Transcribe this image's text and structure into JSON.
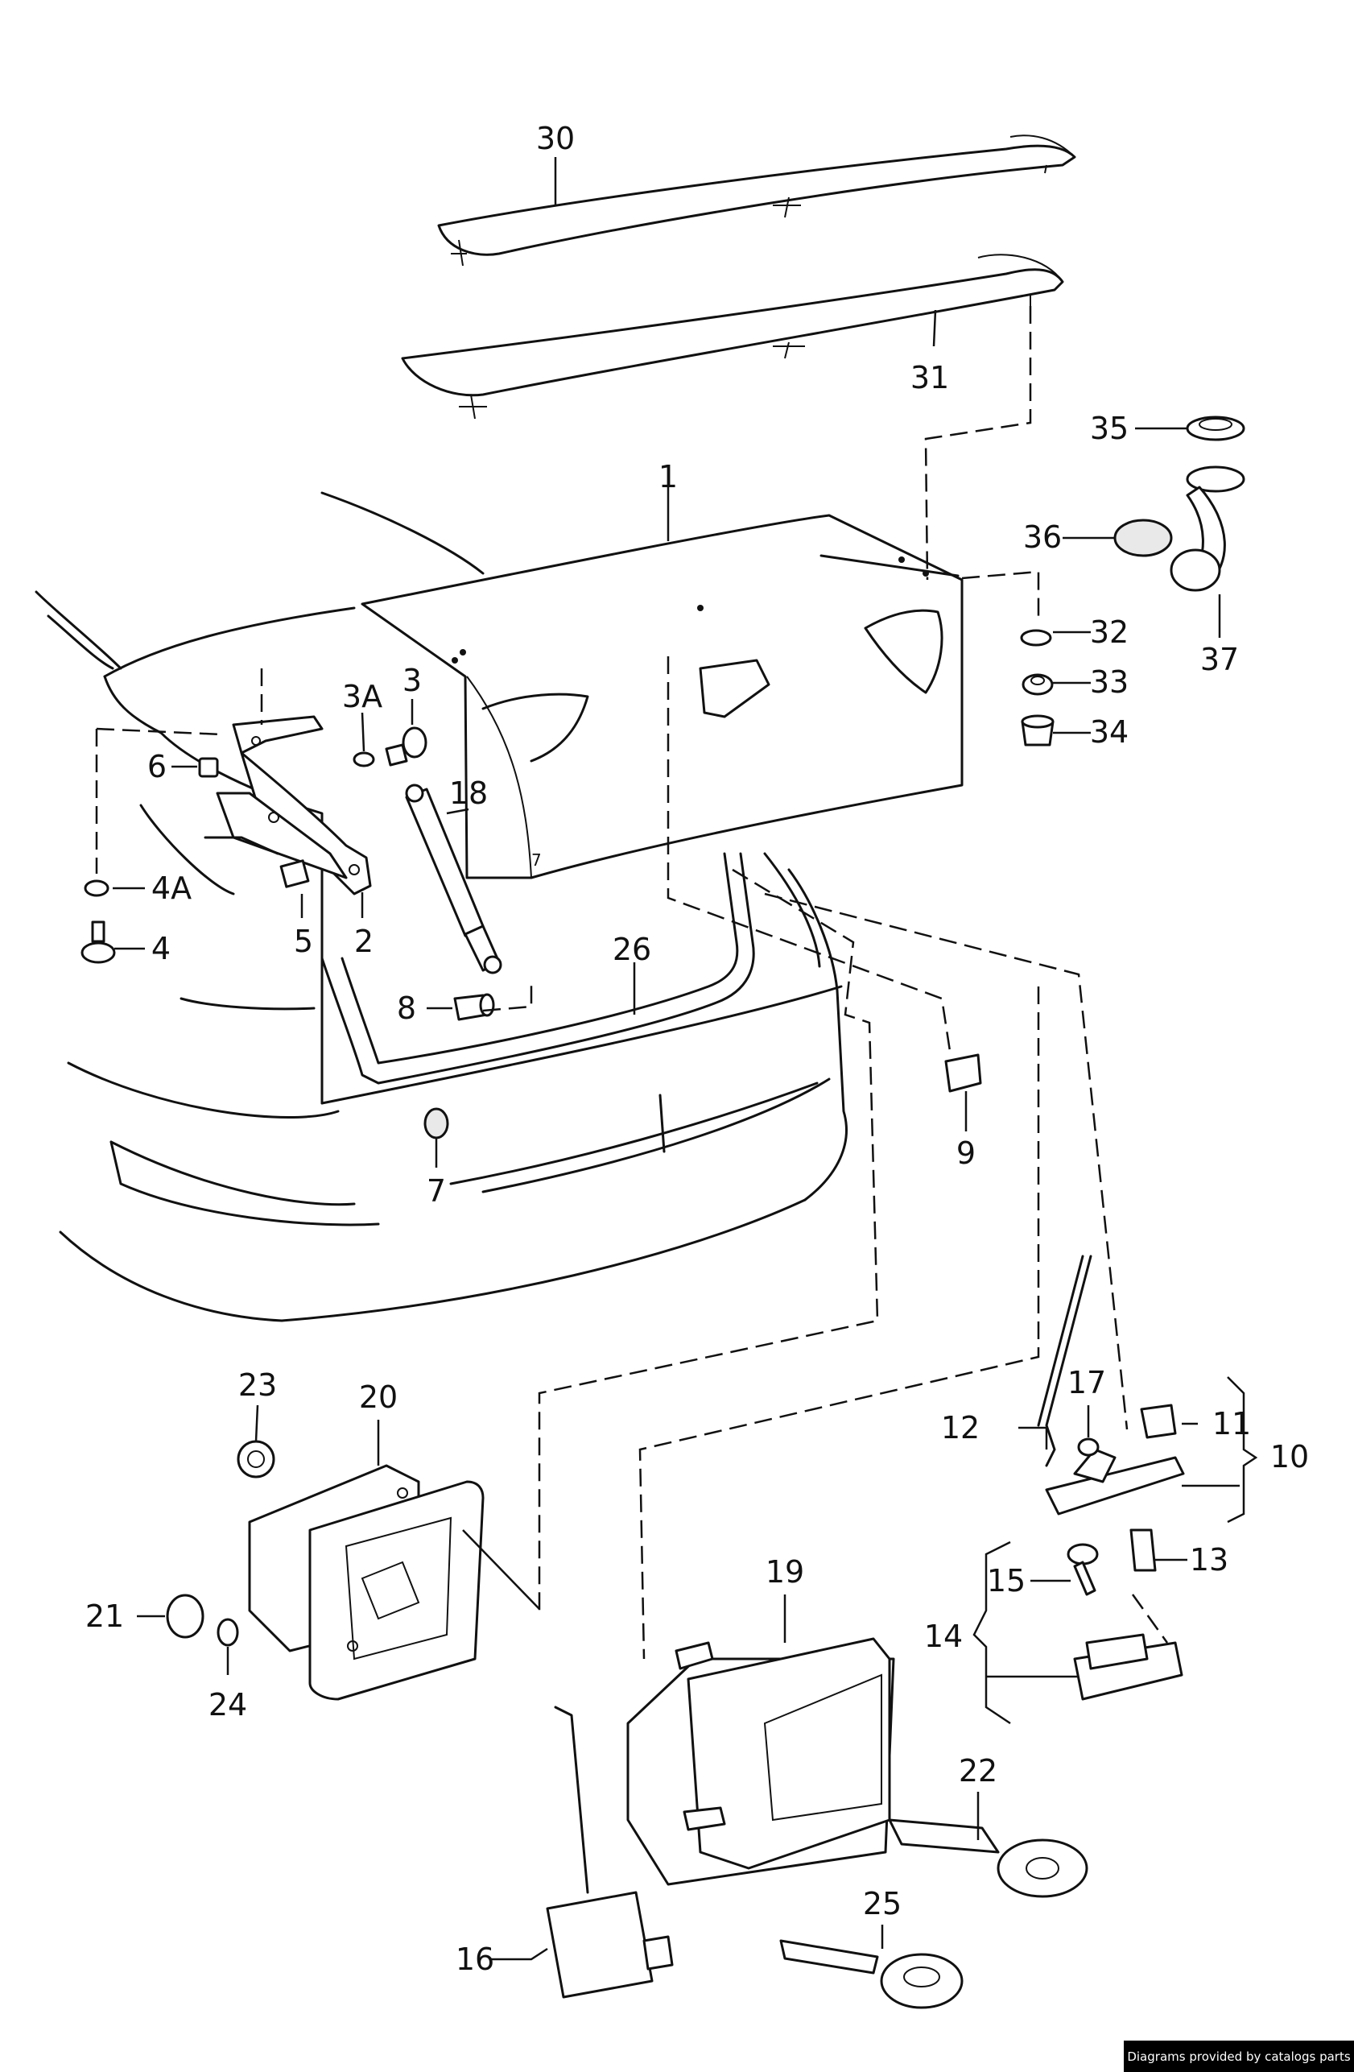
{
  "callouts": [
    {
      "id": "c30",
      "label": "30"
    },
    {
      "id": "c31",
      "label": "31"
    },
    {
      "id": "c1",
      "label": "1"
    },
    {
      "id": "c35",
      "label": "35"
    },
    {
      "id": "c36",
      "label": "36"
    },
    {
      "id": "c37",
      "label": "37"
    },
    {
      "id": "c32",
      "label": "32"
    },
    {
      "id": "c33",
      "label": "33"
    },
    {
      "id": "c34",
      "label": "34"
    },
    {
      "id": "c3A",
      "label": "3A"
    },
    {
      "id": "c3",
      "label": "3"
    },
    {
      "id": "c6",
      "label": "6"
    },
    {
      "id": "c18",
      "label": "18"
    },
    {
      "id": "c4A",
      "label": "4A"
    },
    {
      "id": "c4",
      "label": "4"
    },
    {
      "id": "c5",
      "label": "5"
    },
    {
      "id": "c2",
      "label": "2"
    },
    {
      "id": "c26",
      "label": "26"
    },
    {
      "id": "c8",
      "label": "8"
    },
    {
      "id": "c9",
      "label": "9"
    },
    {
      "id": "c7",
      "label": "7"
    },
    {
      "id": "c17",
      "label": "17"
    },
    {
      "id": "c12",
      "label": "12"
    },
    {
      "id": "c11",
      "label": "11"
    },
    {
      "id": "c10",
      "label": "10"
    },
    {
      "id": "c13",
      "label": "13"
    },
    {
      "id": "c15",
      "label": "15"
    },
    {
      "id": "c14",
      "label": "14"
    },
    {
      "id": "c23",
      "label": "23"
    },
    {
      "id": "c20",
      "label": "20"
    },
    {
      "id": "c21",
      "label": "21"
    },
    {
      "id": "c24",
      "label": "24"
    },
    {
      "id": "c19",
      "label": "19"
    },
    {
      "id": "c22",
      "label": "22"
    },
    {
      "id": "c25",
      "label": "25"
    },
    {
      "id": "c16",
      "label": "16"
    }
  ],
  "credit": "Diagrams provided by catalogs parts"
}
